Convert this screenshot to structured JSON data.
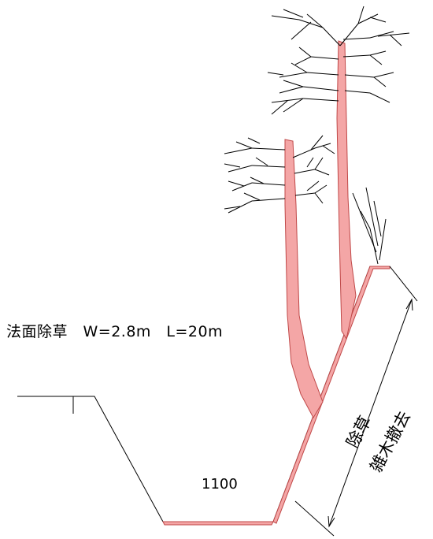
{
  "labels": {
    "title": "法面除草　W=2.8m　L=20m",
    "width_value": "1100",
    "slope_line1": "除草",
    "slope_line2": "雑木撤去"
  },
  "colors": {
    "trunk_fill": "#f4a6a6",
    "trunk_stroke": "#c04848",
    "line": "#000000"
  }
}
